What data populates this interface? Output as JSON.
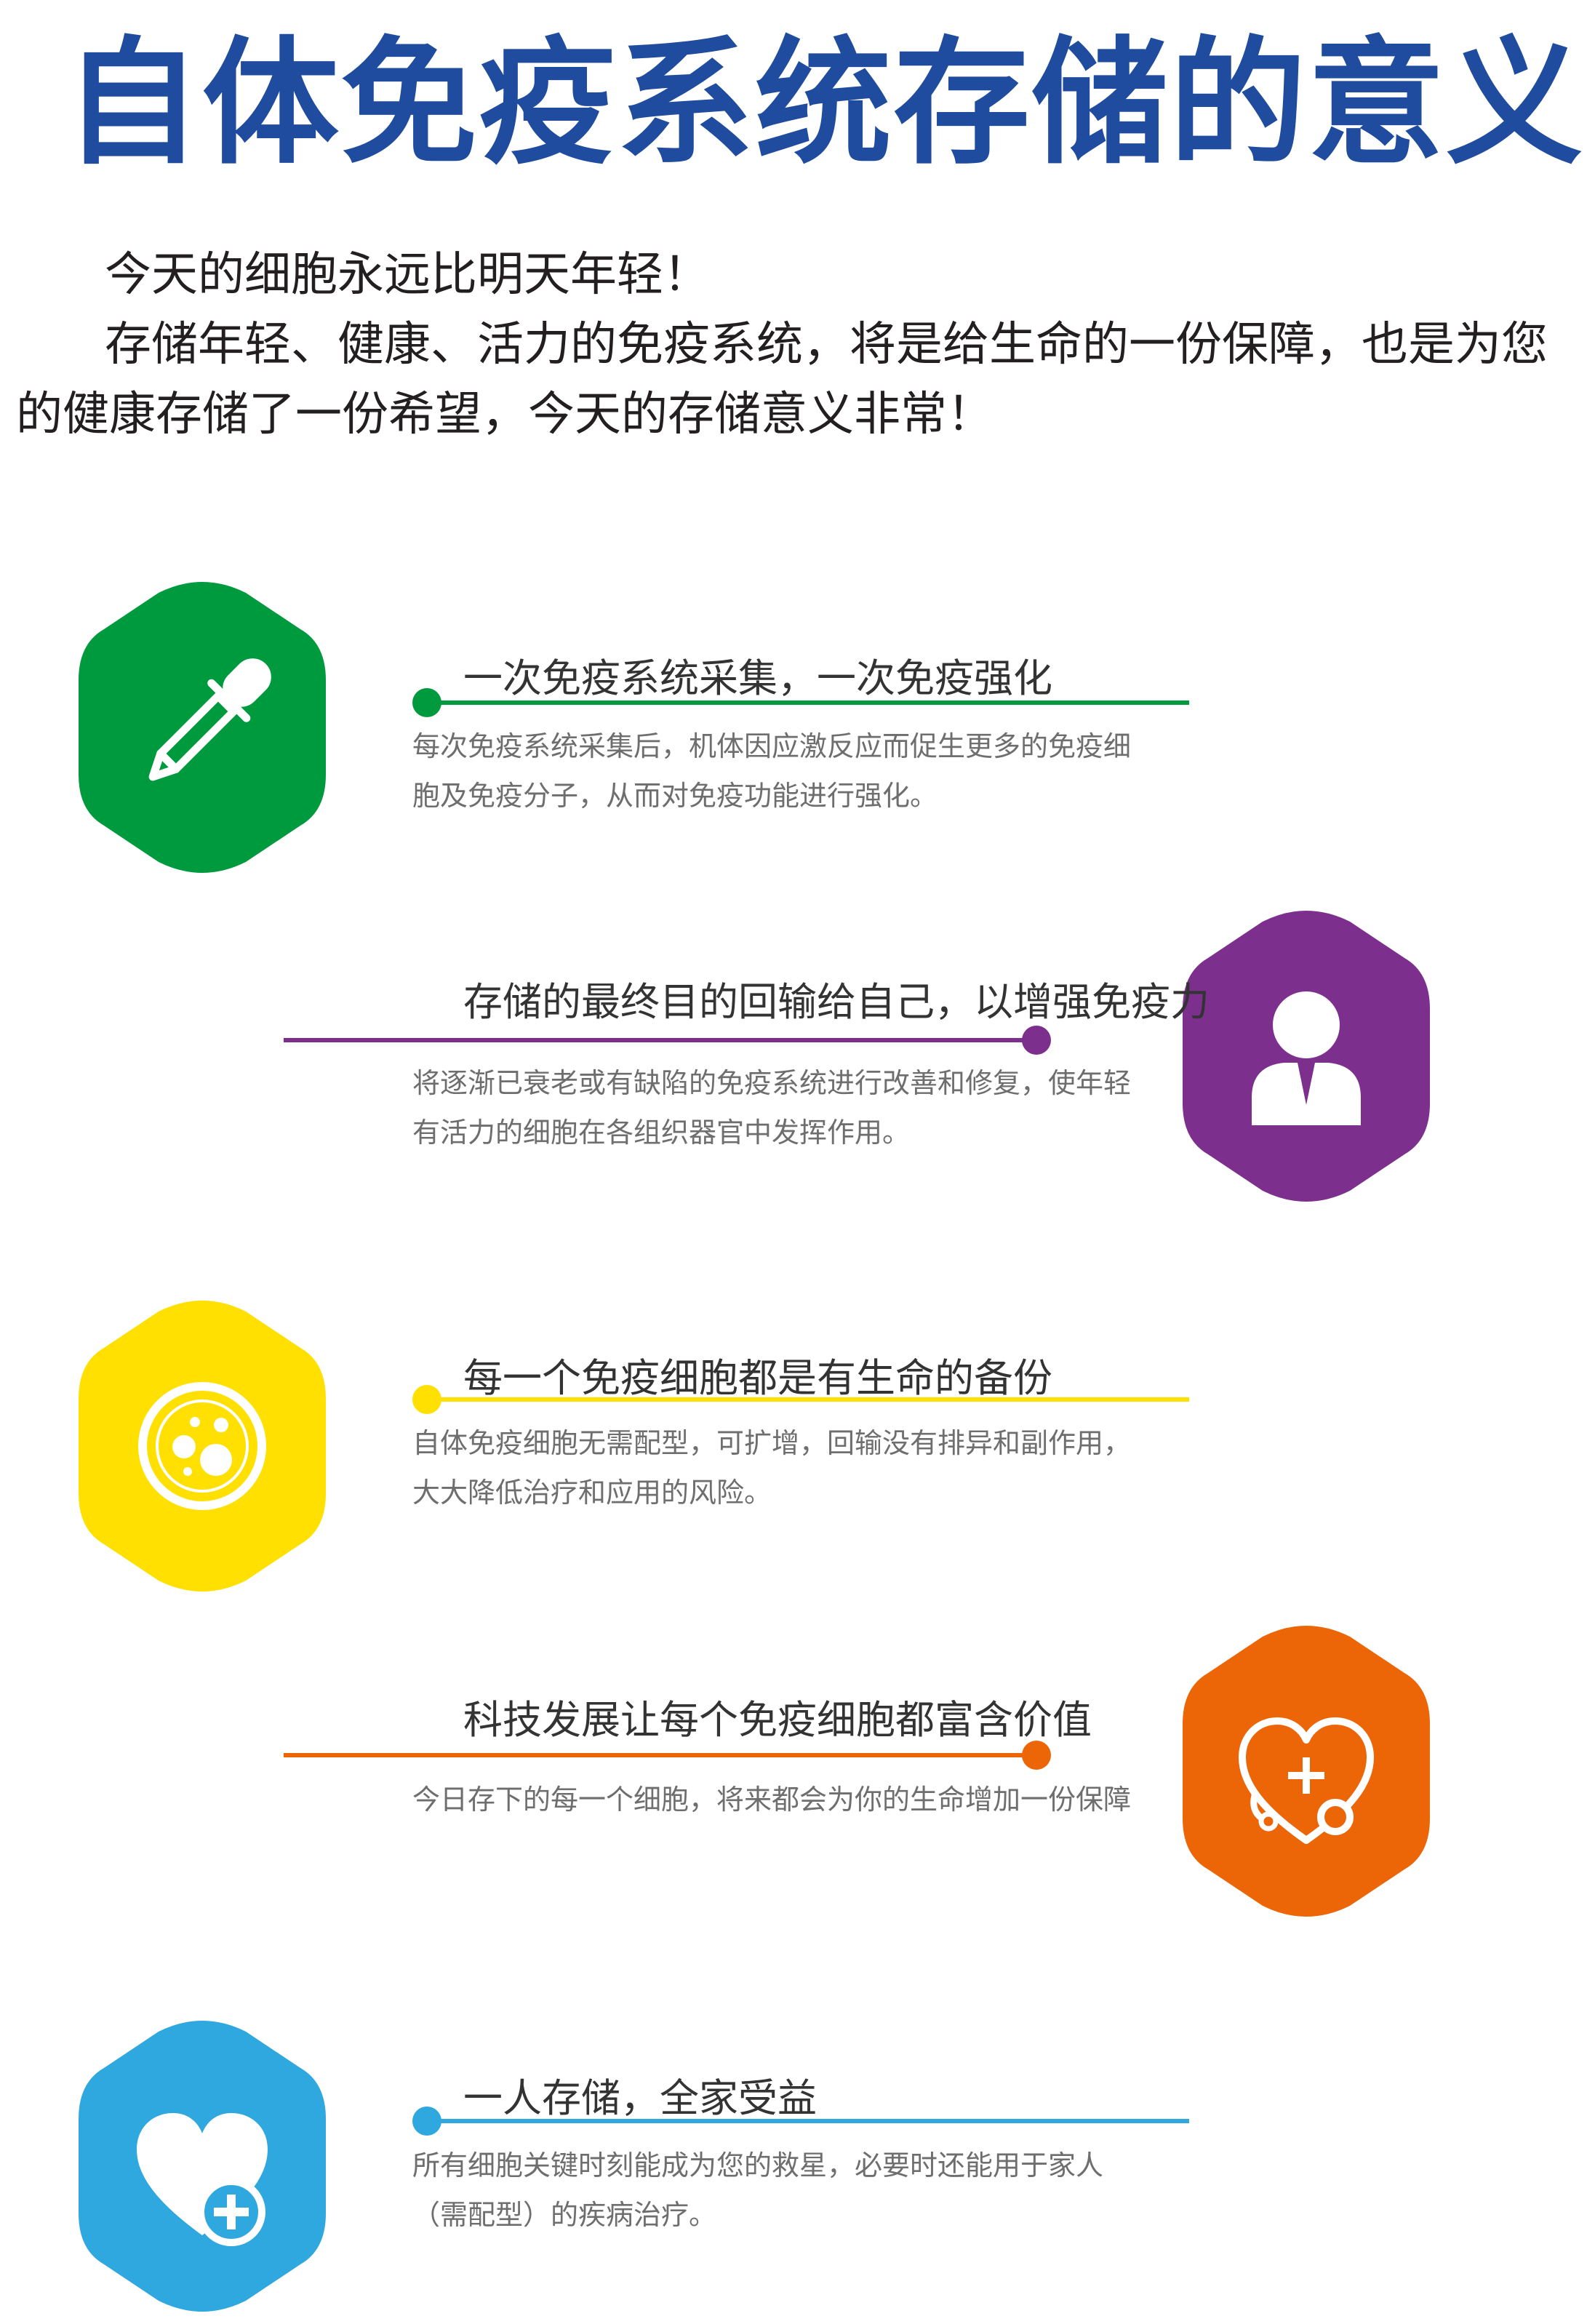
{
  "title": "自体免疫系统存储的意义",
  "intro": {
    "line1": "今天的细胞永远比明天年轻！",
    "line2": "存储年轻、健康、活力的免疫系统，将是给生命的一份保障，也是为您的健康存储了一份希望，今天的存储意义非常！"
  },
  "colors": {
    "title": "#1f4c9e",
    "green": "#009a3e",
    "purple": "#7d2f8d",
    "yellow": "#ffe000",
    "orange": "#ec6608",
    "blue": "#2fa8df"
  },
  "items": [
    {
      "icon": "dropper-icon",
      "title": "一次免疫系统采集，一次免疫强化",
      "desc": "每次免疫系统采集后，机体因应激反应而促生更多的免疫细胞及免疫分子，从而对免疫功能进行强化。"
    },
    {
      "icon": "user-icon",
      "title": "存储的最终目的回输给自己，以增强免疫力",
      "desc": "将逐渐已衰老或有缺陷的免疫系统进行改善和修复，使年轻有活力的细胞在各组织器官中发挥作用。"
    },
    {
      "icon": "petri-dish-icon",
      "title": "每一个免疫细胞都是有生命的备份",
      "desc": "自体免疫细胞无需配型，可扩增，回输没有排异和副作用，大大降低治疗和应用的风险。"
    },
    {
      "icon": "heart-stethoscope-icon",
      "title": "科技发展让每个免疫细胞都富含价值",
      "desc": "今日存下的每一个细胞，将来都会为你的生命增加一份保障"
    },
    {
      "icon": "heart-plus-icon",
      "title": "一人存储，全家受益",
      "desc": "所有细胞关键时刻能成为您的救星，必要时还能用于家人（需配型）的疾病治疗。"
    }
  ]
}
